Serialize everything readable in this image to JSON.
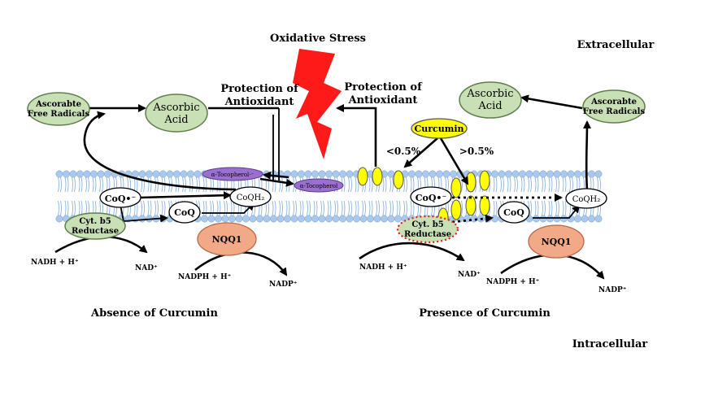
{
  "labels": {
    "oxidative_stress": "Oxidative Stress",
    "extracellular": "Extracellular",
    "intracellular": "Intracellular",
    "absence": "Absence of Curcumin",
    "presence": "Presence of Curcumin",
    "protection_left_1": "Protection of",
    "protection_left_2": "Antioxidant",
    "protection_right_1": "Protection of",
    "protection_right_2": "Antioxidant",
    "curcumin": "Curcumin",
    "lt_05": "<0.5%",
    "gt_05": ">0.5%"
  },
  "left": {
    "afr_1": "Ascorabte",
    "afr_2": "Free Radicals",
    "asc_1": "Ascorbic",
    "asc_2": "Acid",
    "toco_radical": "α-Tocopherol·⁻",
    "toco": "α-Tocopherol",
    "coq_radical": "CoQ•⁻",
    "coq": "CoQ",
    "coqh2": "CoQH₂",
    "cytb5_1": "Cyt. b5",
    "cytb5_2": "Reductase",
    "nqo1": "NQQ1",
    "nadh": "NADH + H⁺",
    "nad": "NAD⁺",
    "nadph": "NADPH + H⁺",
    "nadp": "NADP⁺"
  },
  "right": {
    "afr_1": "Ascorabte",
    "afr_2": "Free Radicals",
    "asc_1": "Ascorbic",
    "asc_2": "Acid",
    "coq_radical": "CoQ•⁻",
    "coq": "CoQ",
    "coqh2": "CoQH₂",
    "cytb5_1": "Cyt. b5",
    "cytb5_2": "Reductase",
    "nqo1": "NQQ1",
    "nadh": "NADH + H⁺",
    "nad": "NAD⁺",
    "nadph": "NADPH + H⁺",
    "nadp": "NADP⁺"
  },
  "colors": {
    "membrane_head": "#a9c8ec",
    "membrane_tail": "#8fb3de",
    "green_node": "#c9dfb6",
    "green_stroke": "#5f7f4a",
    "purple_node": "#9b6fcf",
    "salmon_node": "#f2a987",
    "curcumin": "#ffff00",
    "bolt": "#ff1a1a",
    "dotted_ring": "#e0201a"
  }
}
